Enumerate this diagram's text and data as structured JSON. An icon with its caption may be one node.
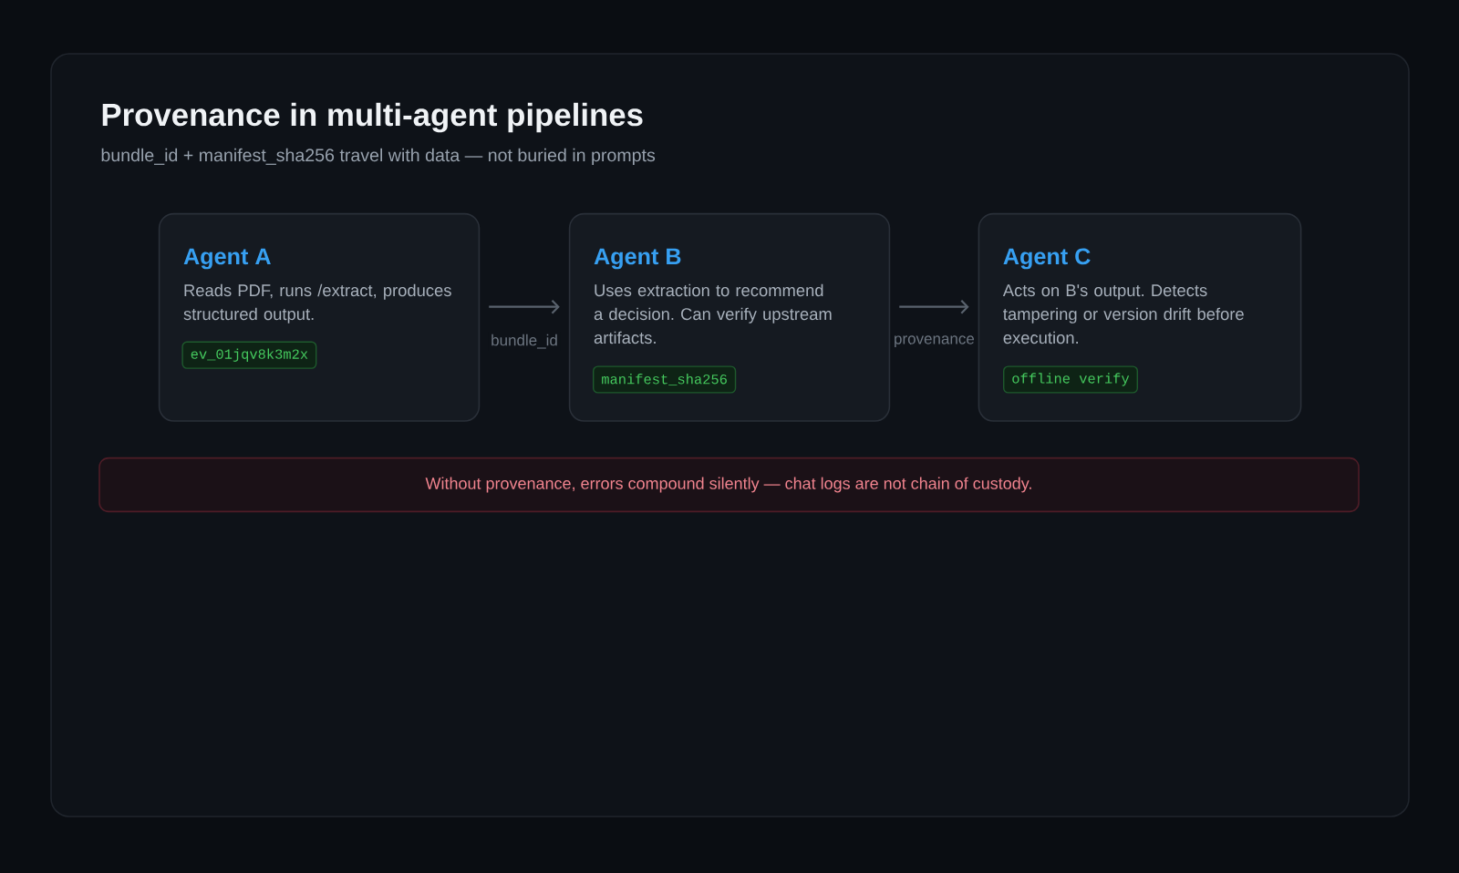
{
  "diagram": {
    "nodes": [
      {
        "text": [
          "Provenance in multi-agent pipelines",
          "bundle_id + manifest_sha256 travel with data — not buried in prompts"
        ]
      },
      {
        "text": [
          "Agent A",
          "Reads PDF, runs /extract, produces structured output."
        ],
        "in": 0
      },
      {
        "text": [
          "ev_01jqv8k3m2x"
        ],
        "in": 1
      },
      {
        "text": [
          "Agent B",
          "Uses extraction to recommend a decision. Can verify upstream artifacts."
        ],
        "in": 0
      },
      {
        "text": [
          "manifest_sha256"
        ],
        "in": 3
      },
      {
        "text": [
          "Agent C",
          "Acts on B's output. Detects tampering or version drift before execution."
        ],
        "in": 0
      },
      {
        "text": [
          "offline verify"
        ],
        "in": 5
      },
      {
        "text": [
          "Without provenance, errors compound silently — chat logs are not chain of custody."
        ],
        "in": 0
      }
    ],
    "edges": [
      {
        "from": 1,
        "to": 3,
        "arrow": "to",
        "label": "bundle_id"
      },
      {
        "from": 3,
        "to": 5,
        "arrow": "to",
        "label": "provenance"
      }
    ]
  }
}
